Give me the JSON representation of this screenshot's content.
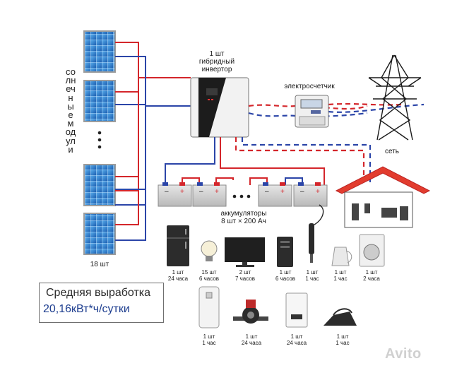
{
  "labels": {
    "solar_modules": "солнечные модули",
    "panels_count": "18 шт",
    "inverter_count": "1 шт",
    "inverter_line1": "гибридный",
    "inverter_line2": "инвертор",
    "meter": "электросчетчик",
    "grid": "сеть",
    "batteries_line1": "аккумуляторы",
    "batteries_line2": "8 шт × 200 Ач",
    "summary_title": "Средняя выработка",
    "summary_value": "20,16кВт*ч/сутки",
    "watermark": "Avito"
  },
  "appliances_row1": [
    {
      "name": "fridge",
      "count": "1 шт",
      "hours": "24 часа"
    },
    {
      "name": "bulb",
      "count": "15 шт",
      "hours": "6 часов"
    },
    {
      "name": "tv",
      "count": "2 шт",
      "hours": "7 часов"
    },
    {
      "name": "computer",
      "count": "1 шт",
      "hours": "6 часов"
    },
    {
      "name": "hair-device",
      "count": "1 шт",
      "hours": "1 час"
    },
    {
      "name": "kettle",
      "count": "1 шт",
      "hours": "1 час"
    },
    {
      "name": "washing-machine",
      "count": "1 шт",
      "hours": "2 часа"
    }
  ],
  "appliances_row2": [
    {
      "name": "water-heater",
      "count": "1 шт",
      "hours": "1 час"
    },
    {
      "name": "pump",
      "count": "1 шт",
      "hours": "24 часа"
    },
    {
      "name": "boiler",
      "count": "1 шт",
      "hours": "24 часа"
    },
    {
      "name": "iron",
      "count": "1 шт",
      "hours": "1 час"
    }
  ],
  "colors": {
    "positive": "#d4262b",
    "negative": "#2b45a8",
    "panel": "#2a7fd0",
    "frame": "#999999"
  }
}
